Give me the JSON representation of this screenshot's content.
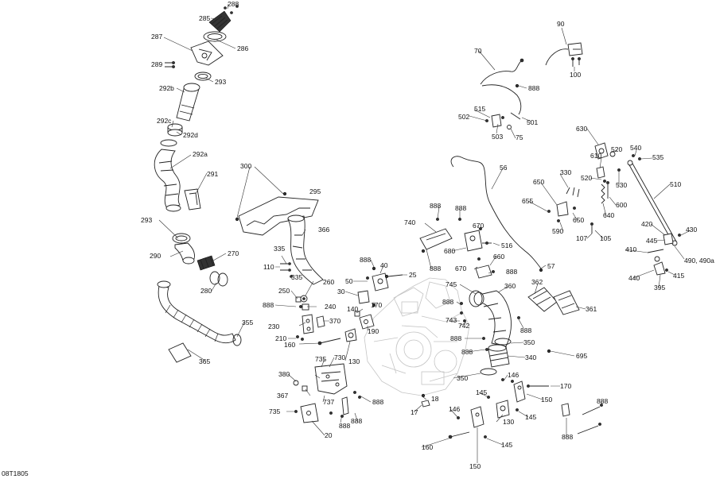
{
  "diagram": {
    "drawing_code": "08T1805",
    "callouts": [
      {
        "id": "c-288a",
        "text": "288"
      },
      {
        "id": "c-285",
        "text": "285"
      },
      {
        "id": "c-287",
        "text": "287"
      },
      {
        "id": "c-286",
        "text": "286"
      },
      {
        "id": "c-289",
        "text": "289"
      },
      {
        "id": "c-293a",
        "text": "293"
      },
      {
        "id": "c-292b",
        "text": "292b"
      },
      {
        "id": "c-292c",
        "text": "292c"
      },
      {
        "id": "c-292d",
        "text": "292d"
      },
      {
        "id": "c-292a",
        "text": "292a"
      },
      {
        "id": "c-291",
        "text": "291"
      },
      {
        "id": "c-293b",
        "text": "293"
      },
      {
        "id": "c-290",
        "text": "290"
      },
      {
        "id": "c-270",
        "text": "270"
      },
      {
        "id": "c-280",
        "text": "280"
      },
      {
        "id": "c-355",
        "text": "355"
      },
      {
        "id": "c-365",
        "text": "365"
      },
      {
        "id": "c-300",
        "text": "300"
      },
      {
        "id": "c-295",
        "text": "295"
      },
      {
        "id": "c-366",
        "text": "366"
      },
      {
        "id": "c-335a",
        "text": "335"
      },
      {
        "id": "c-110",
        "text": "110"
      },
      {
        "id": "c-335b",
        "text": "335"
      },
      {
        "id": "c-260",
        "text": "260"
      },
      {
        "id": "c-250",
        "text": "250"
      },
      {
        "id": "c-888a",
        "text": "888"
      },
      {
        "id": "c-240",
        "text": "240"
      },
      {
        "id": "c-230",
        "text": "230"
      },
      {
        "id": "c-370",
        "text": "370"
      },
      {
        "id": "c-210",
        "text": "210"
      },
      {
        "id": "c-160a",
        "text": "160"
      },
      {
        "id": "c-130a",
        "text": "130"
      },
      {
        "id": "c-888b",
        "text": "888"
      },
      {
        "id": "c-40",
        "text": "40"
      },
      {
        "id": "c-50",
        "text": "50"
      },
      {
        "id": "c-25",
        "text": "25"
      },
      {
        "id": "c-30",
        "text": "30"
      },
      {
        "id": "c-170a",
        "text": "170"
      },
      {
        "id": "c-140",
        "text": "140"
      },
      {
        "id": "c-190",
        "text": "190"
      },
      {
        "id": "c-735a",
        "text": "735"
      },
      {
        "id": "c-730",
        "text": "730"
      },
      {
        "id": "c-380",
        "text": "380"
      },
      {
        "id": "c-367",
        "text": "367"
      },
      {
        "id": "c-737",
        "text": "737"
      },
      {
        "id": "c-888c",
        "text": "888"
      },
      {
        "id": "c-735b",
        "text": "735"
      },
      {
        "id": "c-888d",
        "text": "888"
      },
      {
        "id": "c-888e",
        "text": "888"
      },
      {
        "id": "c-20",
        "text": "20"
      },
      {
        "id": "c-18",
        "text": "18"
      },
      {
        "id": "c-17",
        "text": "17"
      },
      {
        "id": "c-70",
        "text": "70"
      },
      {
        "id": "c-90",
        "text": "90"
      },
      {
        "id": "c-100",
        "text": "100"
      },
      {
        "id": "c-888f",
        "text": "888"
      },
      {
        "id": "c-515",
        "text": "515"
      },
      {
        "id": "c-502",
        "text": "502"
      },
      {
        "id": "c-503",
        "text": "503"
      },
      {
        "id": "c-75",
        "text": "75"
      },
      {
        "id": "c-501",
        "text": "501"
      },
      {
        "id": "c-56",
        "text": "56"
      },
      {
        "id": "c-888g",
        "text": "888"
      },
      {
        "id": "c-888h",
        "text": "888"
      },
      {
        "id": "c-740",
        "text": "740"
      },
      {
        "id": "c-670a",
        "text": "670"
      },
      {
        "id": "c-516",
        "text": "516"
      },
      {
        "id": "c-680",
        "text": "680"
      },
      {
        "id": "c-888i",
        "text": "888"
      },
      {
        "id": "c-670b",
        "text": "670"
      },
      {
        "id": "c-660",
        "text": "660"
      },
      {
        "id": "c-888j",
        "text": "888"
      },
      {
        "id": "c-57",
        "text": "57"
      },
      {
        "id": "c-745",
        "text": "745"
      },
      {
        "id": "c-360",
        "text": "360"
      },
      {
        "id": "c-888k",
        "text": "888"
      },
      {
        "id": "c-743",
        "text": "743"
      },
      {
        "id": "c-742",
        "text": "742"
      },
      {
        "id": "c-888l",
        "text": "888"
      },
      {
        "id": "c-888m",
        "text": "888"
      },
      {
        "id": "c-888n",
        "text": "888"
      },
      {
        "id": "c-350a",
        "text": "350"
      },
      {
        "id": "c-340",
        "text": "340"
      },
      {
        "id": "c-350b",
        "text": "350"
      },
      {
        "id": "c-362",
        "text": "362"
      },
      {
        "id": "c-361",
        "text": "361"
      },
      {
        "id": "c-695",
        "text": "695"
      },
      {
        "id": "c-630",
        "text": "630"
      },
      {
        "id": "c-520a",
        "text": "520"
      },
      {
        "id": "c-610",
        "text": "610"
      },
      {
        "id": "c-520b",
        "text": "520"
      },
      {
        "id": "c-330",
        "text": "330"
      },
      {
        "id": "c-650a",
        "text": "650"
      },
      {
        "id": "c-655",
        "text": "655"
      },
      {
        "id": "c-650b",
        "text": "650"
      },
      {
        "id": "c-640",
        "text": "640"
      },
      {
        "id": "c-600",
        "text": "600"
      },
      {
        "id": "c-530",
        "text": "530"
      },
      {
        "id": "c-540",
        "text": "540"
      },
      {
        "id": "c-535",
        "text": "535"
      },
      {
        "id": "c-510",
        "text": "510"
      },
      {
        "id": "c-590",
        "text": "590"
      },
      {
        "id": "c-107",
        "text": "107"
      },
      {
        "id": "c-105",
        "text": "105"
      },
      {
        "id": "c-420",
        "text": "420"
      },
      {
        "id": "c-430",
        "text": "430"
      },
      {
        "id": "c-445",
        "text": "445"
      },
      {
        "id": "c-410",
        "text": "410"
      },
      {
        "id": "c-490",
        "text": "490, 490a"
      },
      {
        "id": "c-440",
        "text": "440"
      },
      {
        "id": "c-415",
        "text": "415"
      },
      {
        "id": "c-395",
        "text": "395"
      },
      {
        "id": "c-146a",
        "text": "146"
      },
      {
        "id": "c-170b",
        "text": "170"
      },
      {
        "id": "c-145a",
        "text": "145"
      },
      {
        "id": "c-150a",
        "text": "150"
      },
      {
        "id": "c-145b",
        "text": "145"
      },
      {
        "id": "c-146b",
        "text": "146"
      },
      {
        "id": "c-130b",
        "text": "130"
      },
      {
        "id": "c-160b",
        "text": "160"
      },
      {
        "id": "c-150b",
        "text": "150"
      },
      {
        "id": "c-145c",
        "text": "145"
      },
      {
        "id": "c-888o",
        "text": "888"
      },
      {
        "id": "c-888p",
        "text": "888"
      }
    ]
  }
}
